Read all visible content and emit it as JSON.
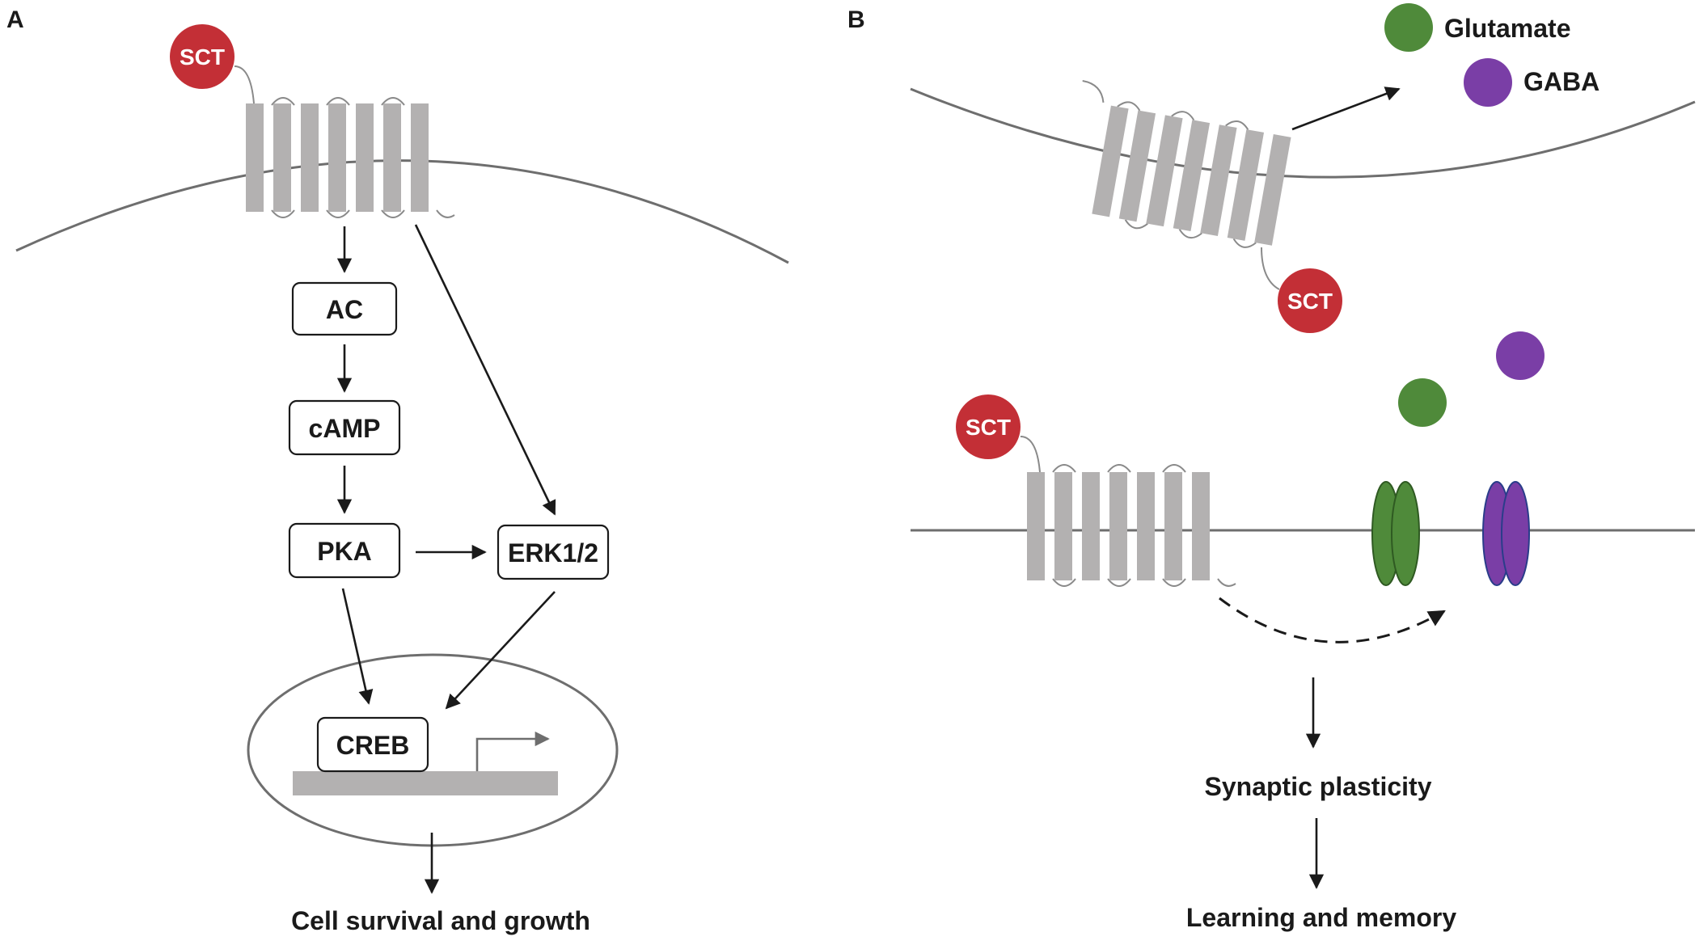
{
  "panels": {
    "a": "A",
    "b": "B"
  },
  "panel_a": {
    "ligand": "SCT",
    "nodes": {
      "ac": "AC",
      "camp": "cAMP",
      "pka": "PKA",
      "erk": "ERK1/2",
      "creb": "CREB"
    },
    "outcome": "Cell survival and growth"
  },
  "panel_b": {
    "legend": {
      "glutamate": "Glutamate",
      "gaba": "GABA"
    },
    "presynaptic_ligand": "SCT",
    "postsynaptic_ligand": "SCT",
    "outcome_1": "Synaptic plasticity",
    "outcome_2": "Learning and memory"
  },
  "colors": {
    "sct_red": "#c32f36",
    "glutamate_green": "#4f8a3a",
    "gaba_purple": "#7a3ea6",
    "receptor_gray": "#b3b1b1",
    "membrane_gray": "#6e6e6e"
  },
  "icons": {
    "sct": "red-circle-ligand",
    "glutamate": "green-circle",
    "gaba": "purple-circle",
    "receptor": "seven-helix-gpcr",
    "channel": "ion-channel-ellipses"
  }
}
